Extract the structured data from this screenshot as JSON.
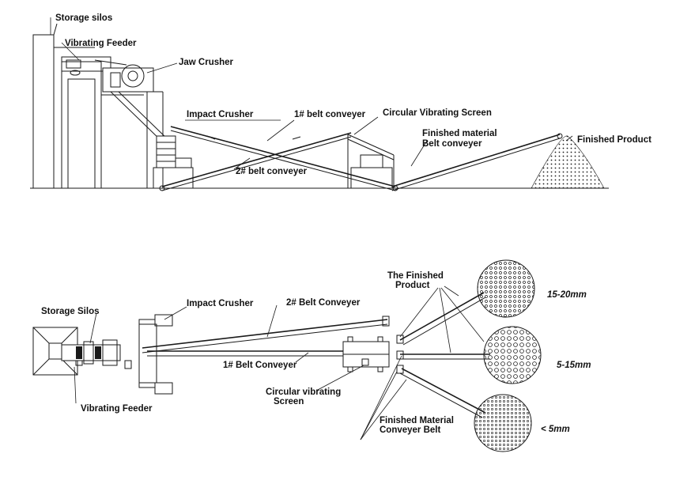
{
  "side_view": {
    "storage_silos": "Storage silos",
    "vibrating_feeder": "Vibrating Feeder",
    "jaw_crusher": "Jaw Crusher",
    "impact_crusher": "Impact Crusher",
    "belt_conveyor_1": "1# belt conveyer",
    "circular_vibrating_screen": "Circular Vibrating Screen",
    "finished_material_line1": "Finished material",
    "finished_material_line2": "Belt conveyer",
    "finished_product": "Finished Product",
    "belt_conveyor_2": "2# belt conveyer"
  },
  "plan_view": {
    "the_finished_line1": "The Finished",
    "the_finished_line2": "Product",
    "storage_silos": "Storage Silos",
    "impact_crusher": "Impact Crusher",
    "belt_conveyor_2": "2# Belt Conveyer",
    "belt_conveyor_1": "1# Belt Conveyer",
    "circular_vibrating_line1": "Circular vibrating",
    "circular_vibrating_line2": "Screen",
    "vibrating_feeder": "Vibrating Feeder",
    "finished_material_line1": "Finished Material",
    "finished_material_line2": "Conveyer Belt",
    "size_15_20": "15-20mm",
    "size_5_15": "5-15mm",
    "size_lt5": "< 5mm"
  },
  "colors": {
    "line": "#1a1a1a",
    "background": "#ffffff"
  }
}
